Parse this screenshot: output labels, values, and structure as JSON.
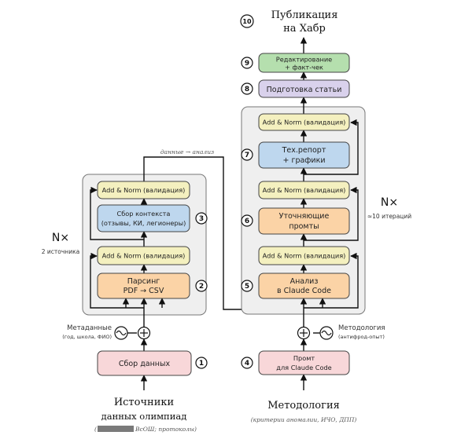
{
  "top_title": {
    "line1": "Публикация",
    "line2": "на Хабр"
  },
  "left_stack": {
    "boxes": {
      "collect": "Сбор данных",
      "parse_line1": "Парсинг",
      "parse_line2": "PDF → CSV",
      "addnorm_lower": "Add & Norm (валидация)",
      "context_line1": "Сбор контекста",
      "context_line2": "(отзывы, КИ, легионеры)",
      "addnorm_upper": "Add & Norm (валидация)"
    },
    "nx_label": "N×",
    "nx_sub": "2 источника",
    "meta_label": "Метаданные",
    "meta_sub": "(год, школа, ФИО)",
    "caption_line1": "Источники",
    "caption_line2": "данных олимпиад",
    "footnote": "ВсОШ; протоколы)"
  },
  "right_stack": {
    "boxes": {
      "prompt_line1": "Промт",
      "prompt_line2": "для Claude Code",
      "analysis_line1": "Анализ",
      "analysis_line2": "в Claude Code",
      "addnorm_1": "Add & Norm (валидация)",
      "refine_line1": "Уточняющие",
      "refine_line2": "промты",
      "addnorm_2": "Add & Norm (валидация)",
      "report_line1": "Тех.репорт",
      "report_line2": "+ графики",
      "addnorm_3": "Add & Norm (валидация)",
      "prep": "Подготовка статьи",
      "edit_line1": "Редактирование",
      "edit_line2": "+ факт-чек"
    },
    "nx_label": "N×",
    "nx_sub": "≈10 итераций",
    "method_label": "Методология",
    "method_sub": "(антифрод-опыт)",
    "caption": "Методология",
    "footnote": "(критерии аномалии, ИЧО, ДПП)"
  },
  "link_note": "данные → анализ",
  "step_numbers": [
    "1",
    "2",
    "3",
    "4",
    "5",
    "6",
    "7",
    "8",
    "9",
    "10"
  ],
  "colors": {
    "pink": "#f8d7d9",
    "orange": "#fbd3a6",
    "yellow": "#f4f0bf",
    "blue": "#bed7ee",
    "lavender": "#d9d1ec",
    "green": "#b5dfae",
    "panel": "#efefef",
    "redacted": "#7a7a7a"
  }
}
